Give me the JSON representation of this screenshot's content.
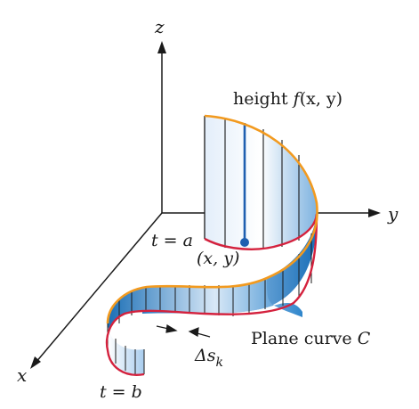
{
  "axes": {
    "z_label": "z",
    "y_label": "y",
    "x_label": "x"
  },
  "labels": {
    "height_prefix": "height ",
    "height_func": "f",
    "height_args": "(x, y)",
    "t_a": "t = a",
    "t_b": "t = b",
    "point": "(x, y)",
    "plane_curve_prefix": "Plane curve ",
    "plane_curve_name": "C",
    "delta": "Δs",
    "delta_sub": "k"
  },
  "colors": {
    "top_curve": "#f29a1f",
    "base_curve": "#d4213d",
    "surface_light": "#e7f1fb",
    "surface_dark": "#1f78c2",
    "axis": "#1a1a1a",
    "point": "#1f5fb0"
  }
}
